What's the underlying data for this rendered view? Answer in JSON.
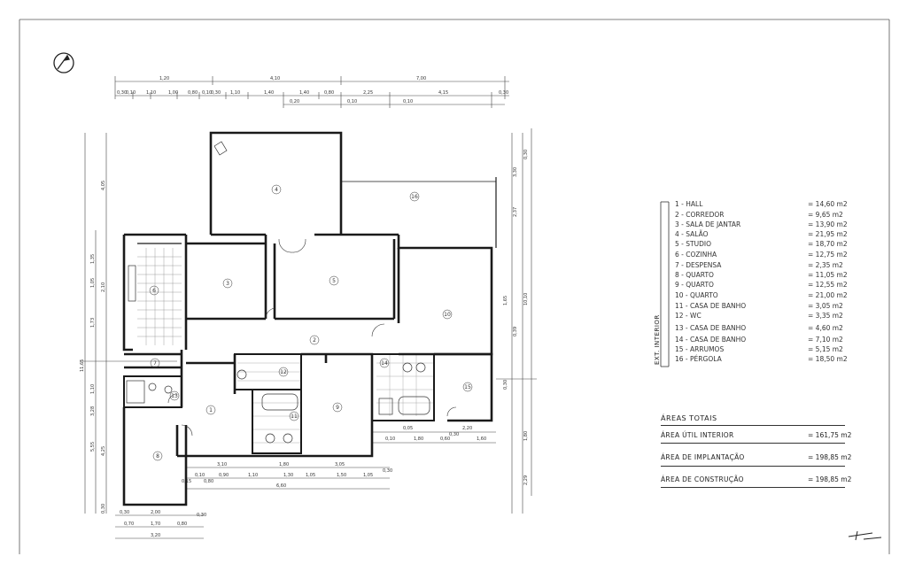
{
  "rooms": [
    {
      "num": "1",
      "name": "HALL",
      "area": "= 14,60 m2"
    },
    {
      "num": "2",
      "name": "CORREDOR",
      "area": "= 9,65 m2"
    },
    {
      "num": "3",
      "name": "SALA DE JANTAR",
      "area": "= 13,90 m2"
    },
    {
      "num": "4",
      "name": "SALÃO",
      "area": "= 21,95 m2"
    },
    {
      "num": "5",
      "name": "STUDIO",
      "area": "= 18,70 m2"
    },
    {
      "num": "6",
      "name": "COZINHA",
      "area": "= 12,75 m2"
    },
    {
      "num": "7",
      "name": "DESPENSA",
      "area": "= 2,35 m2"
    },
    {
      "num": "8",
      "name": "QUARTO",
      "area": "= 11,05 m2"
    },
    {
      "num": "9",
      "name": "QUARTO",
      "area": "= 12,55 m2"
    },
    {
      "num": "10",
      "name": "QUARTO",
      "area": "= 21,00 m2"
    },
    {
      "num": "11",
      "name": "CASA DE BANHO",
      "area": "= 3,05 m2"
    },
    {
      "num": "12",
      "name": "WC",
      "area": "= 3,35 m2"
    },
    {
      "num": "13",
      "name": "CASA DE BANHO",
      "area": "= 4,60 m2"
    },
    {
      "num": "14",
      "name": "CASA DE BANHO",
      "area": "= 7,10 m2"
    },
    {
      "num": "15",
      "name": "ARRUMOS",
      "area": "= 5,15 m2"
    },
    {
      "num": "16",
      "name": "PÉRGOLA",
      "area": "= 18,50 m2"
    }
  ],
  "legend_side_label": "EXT. INTERIOR",
  "totals": {
    "title": "ÁREAS TOTAIS",
    "rows": [
      {
        "label": "ÁREA ÚTIL INTERIOR",
        "value": "= 161,75 m2"
      },
      {
        "label": "ÁREA DE IMPLANTAÇÃO",
        "value": "= 198,85 m2"
      },
      {
        "label": "ÁREA DE CONSTRUÇÃO",
        "value": "= 198,85 m2"
      }
    ]
  },
  "dims": {
    "top_row1": [
      "1,20",
      "4,10",
      "7,00"
    ],
    "top_row2": [
      "0,30",
      "0,10",
      "1,10",
      "1,00",
      "0,80",
      "0,10",
      "0,30",
      "1,10",
      "1,40",
      "1,40",
      "0,80",
      "2,25",
      "4,15",
      "0,30"
    ],
    "top_row3": [
      "0,20",
      "0,10",
      "0,10"
    ],
    "left": [
      "4,05",
      "1,35",
      "1,05",
      "2,10",
      "1,73",
      "1,10",
      "3,28",
      "5,55",
      "4,25",
      "0,30",
      "11,65"
    ],
    "right": [
      "0,30",
      "3,30",
      "2,37",
      "10,10",
      "1,65",
      "0,39",
      "0,30",
      "1,80",
      "2,29"
    ],
    "bottom": [
      "3,10",
      "1,80",
      "3,05",
      "0,30",
      "1,10",
      "1,30",
      "1,05",
      "1,50",
      "1,05",
      "6,60",
      "0,30",
      "2,00",
      "0,30",
      "0,70",
      "1,70",
      "0,80",
      "3,20",
      "0,10",
      "1,80",
      "0,60",
      "1,60",
      "0,05",
      "2,20",
      "0,30",
      "0,90",
      "0,10",
      "0,80",
      "0,15"
    ]
  }
}
